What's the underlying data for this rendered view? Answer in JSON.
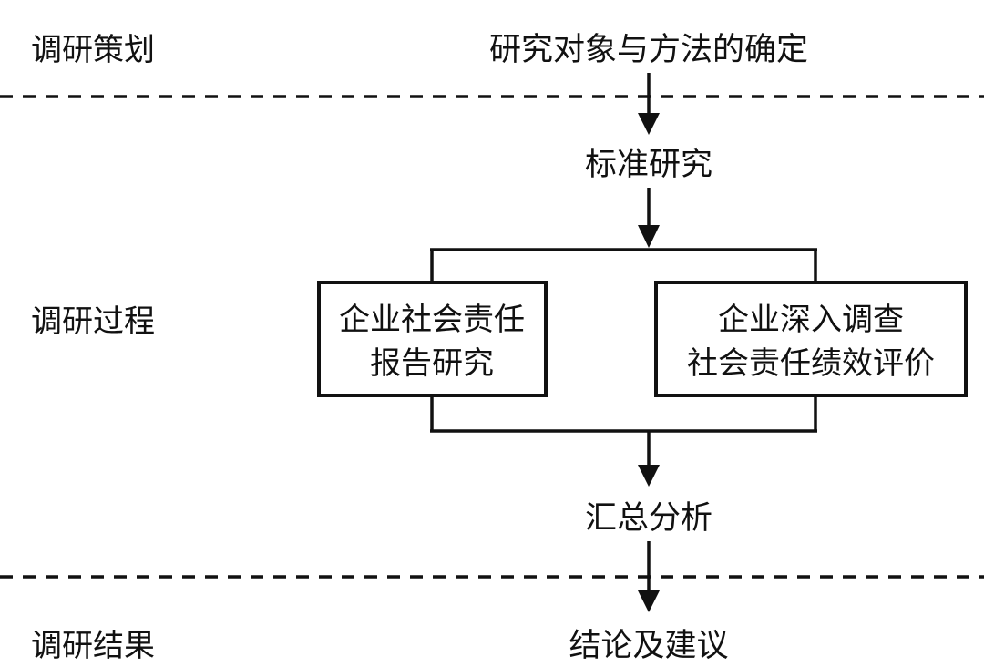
{
  "stages": [
    {
      "label": "调研策划"
    },
    {
      "label": "调研过程"
    },
    {
      "label": "调研结果"
    }
  ],
  "nodes": {
    "start": "研究对象与方法的确定",
    "standard": "标准研究",
    "left_box": [
      "企业社会责任",
      "报告研究"
    ],
    "right_box": [
      "企业深入调查",
      "社会责任绩效评价"
    ],
    "summary": "汇总分析",
    "result": "结论及建议"
  }
}
